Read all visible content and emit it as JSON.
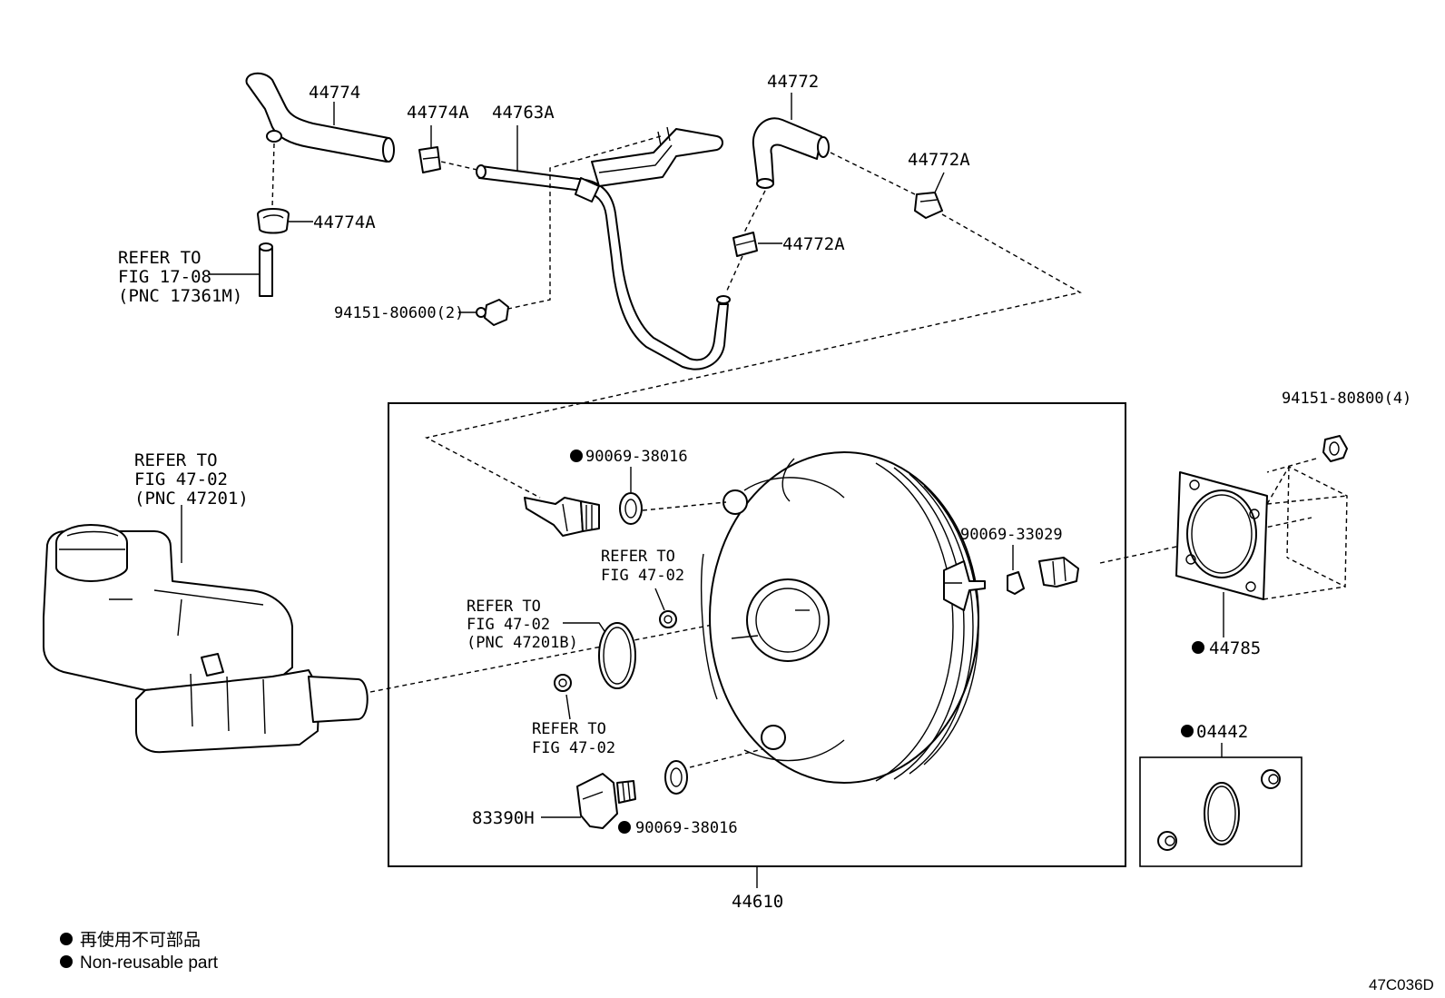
{
  "labels": {
    "hose_44774": "44774",
    "clamp_44774A_top": "44774A",
    "tube_44763A": "44763A",
    "hose_44772": "44772",
    "clamp_44772A_right": "44772A",
    "clamp_44774A_side": "44774A",
    "clamp_44772A_mid": "44772A",
    "nut_94151_80600": "94151-80600(2)",
    "nut_94151_80800": "94151-80800(4)",
    "seal_90069_38016_top": "90069-38016",
    "seal_90069_38016_bottom": "90069-38016",
    "seal_90069_33029": "90069-33029",
    "gasket_44785": "44785",
    "kit_04442": "04442",
    "booster_44610": "44610",
    "sensor_83390H": "83390H"
  },
  "refers": {
    "fig_17_08": [
      "REFER TO",
      "FIG 17-08",
      "(PNC 17361M)"
    ],
    "fig_47_02_pnc_47201": [
      "REFER TO",
      "FIG 47-02",
      "(PNC 47201)"
    ],
    "fig_47_02_a": [
      "REFER TO",
      "FIG 47-02"
    ],
    "fig_47_02_pnc_47201b": [
      "REFER TO",
      "FIG 47-02",
      "(PNC 47201B)"
    ],
    "fig_47_02_b": [
      "REFER TO",
      "FIG 47-02"
    ]
  },
  "legend": {
    "jp": "再使用不可部品",
    "en": "Non-reusable part"
  },
  "diagram_code": "47C036D"
}
